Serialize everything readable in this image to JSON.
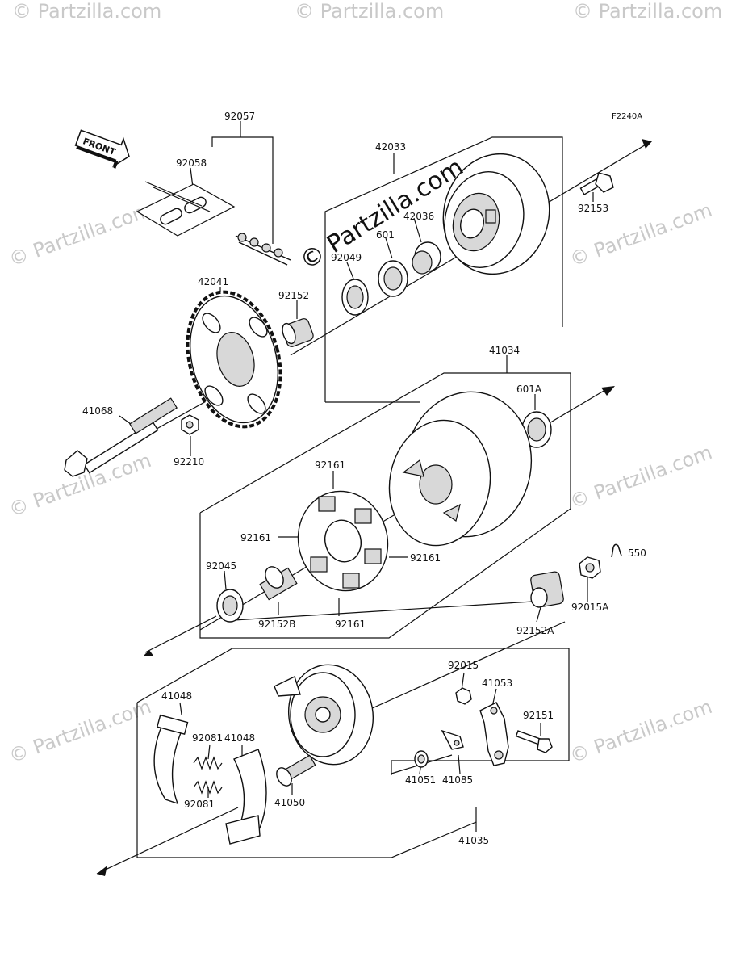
{
  "diagram": {
    "code": "F2240A",
    "front_label": "FRONT",
    "watermark": "© Partzilla.com",
    "watermark_main": "© Partzilla.com",
    "labels": {
      "l92057": "92057",
      "l92058": "92058",
      "l42033": "42033",
      "l42036": "42036",
      "l601": "601",
      "l92049": "92049",
      "l92153": "92153",
      "l42041": "42041",
      "l92152": "92152",
      "l41034": "41034",
      "l601A": "601A",
      "l41068": "41068",
      "l92210": "92210",
      "l92161a": "92161",
      "l92161b": "92161",
      "l92161c": "92161",
      "l92161d": "92161",
      "l92045": "92045",
      "l92152B": "92152B",
      "l550": "550",
      "l92015A": "92015A",
      "l92152A": "92152A",
      "l92015": "92015",
      "l41053": "41053",
      "l92151": "92151",
      "l41048a": "41048",
      "l41048b": "41048",
      "l92081a": "92081",
      "l92081b": "92081",
      "l41050": "41050",
      "l41051": "41051",
      "l41085": "41085",
      "l41035": "41035"
    }
  }
}
